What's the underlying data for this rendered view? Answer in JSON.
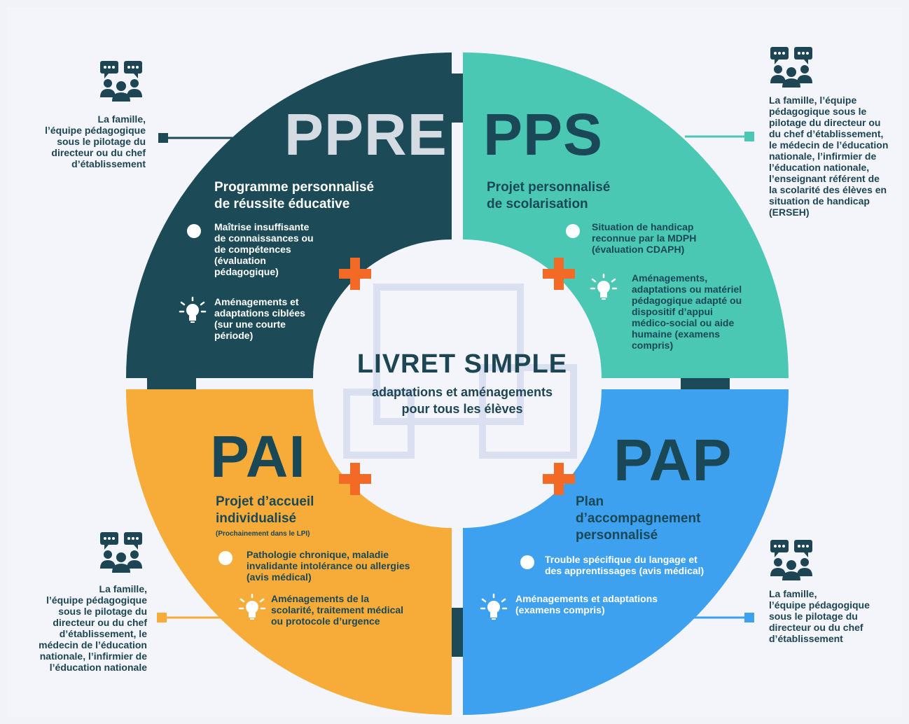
{
  "colors": {
    "ppre": "#1c4b57",
    "pps": "#4bc8b4",
    "pai": "#f7ac3a",
    "pap": "#3ea1ef",
    "plus": "#f26a25",
    "background": "#f3f5fa"
  },
  "center": {
    "title": "LIVRET SIMPLE",
    "subtitle_line1": "adaptations et aménagements",
    "subtitle_line2": "pour tous les élèves"
  },
  "ppre": {
    "acronym": "PPRE",
    "name_line1": "Programme personnalisé",
    "name_line2": "de réussite éducative",
    "item1": [
      "Maîtrise insuffisante",
      "de connaissances ou",
      "de compétences",
      "(évaluation",
      "pédagogique)"
    ],
    "item2": [
      "Aménagements et",
      "adaptations ciblées",
      "(sur une courte",
      "période)"
    ],
    "actors": [
      "La famille,",
      "l’équipe pédagogique",
      "sous le pilotage du",
      "directeur ou du chef",
      "d’établissement"
    ]
  },
  "pps": {
    "acronym": "PPS",
    "name_line1": "Projet personnalisé",
    "name_line2": "de scolarisation",
    "item1": [
      "Situation de handicap",
      "reconnue par la MDPH",
      "(évaluation CDAPH)"
    ],
    "item2": [
      "Aménagements,",
      "adaptations ou matériel",
      "pédagogique adapté ou",
      "dispositif d’appui",
      "médico-social ou aide",
      "humaine (examens",
      "compris)"
    ],
    "actors": [
      "La famille, l’équipe",
      "pédagogique sous le",
      "pilotage du directeur ou",
      "du chef d’établissement,",
      "le médecin de l’éducation",
      "nationale, l’infirmier de",
      "l’éducation nationale,",
      "l’enseignant référent de",
      "la scolarité des élèves en",
      "situation de handicap",
      "(ERSEH)"
    ]
  },
  "pai": {
    "acronym": "PAI",
    "name_line1": "Projet d’accueil",
    "name_line2": "individualisé",
    "note": "(Prochainement dans le LPI)",
    "item1": [
      "Pathologie chronique, maladie",
      "invalidante intolérance ou allergies",
      "(avis médical)"
    ],
    "item2": [
      "Aménagements de la",
      "scolarité, traitement médical",
      "ou protocole d’urgence"
    ],
    "actors": [
      "La famille,",
      "l’équipe pédagogique",
      "sous le pilotage du",
      "directeur ou du chef",
      "d’établissement, le",
      "médecin de l’éducation",
      "nationale, l’infirmier de",
      "l’éducation nationale"
    ]
  },
  "pap": {
    "acronym": "PAP",
    "name_line1": "Plan",
    "name_line2": "d’accompagnement",
    "name_line3": "personnalisé",
    "item1": [
      "Trouble spécifique du langage et",
      "des apprentissages (avis médical)"
    ],
    "item2": [
      "Aménagements et adaptations",
      "(examens compris)"
    ],
    "actors": [
      "La famille,",
      "l’équipe pédagogique",
      "sous le pilotage du",
      "directeur ou du chef",
      "d’établissement"
    ]
  },
  "icons": {
    "actors": "people-chat-icon",
    "bullet": "circle-bullet-icon",
    "idea": "lightbulb-icon",
    "plus": "plus-icon"
  }
}
